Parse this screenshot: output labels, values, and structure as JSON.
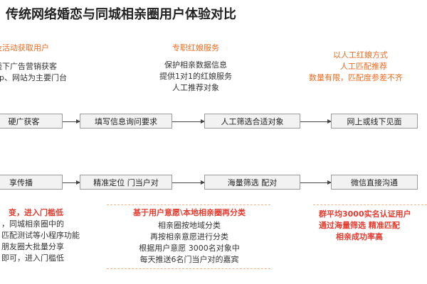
{
  "title": "传统网络婚恋与同城相亲圈用户体验对比",
  "top_info": [
    {
      "lines": [
        "及活动获取用户",
        "线下广告营销获客",
        "pp、网站为主要门台"
      ]
    },
    {
      "lines": [
        "专职红娘服务",
        "保护相亲数据信息",
        "提供1对1的红娘服务",
        "人工推荐对象"
      ]
    },
    {
      "lines": [
        "以人工红娘方式",
        "人工匹配推荐",
        "数量有限，匹配度参差不齐"
      ]
    }
  ],
  "flow_top": [
    "硬广获客",
    "填写信息询问要求",
    "人工筛选合适对象",
    "网上或线下见面"
  ],
  "flow_bottom": [
    "享传播",
    "精准定位 门当户对",
    "海量筛选 配对",
    "微信直接沟通"
  ],
  "bottom_info": [
    {
      "lines": [
        "变，进入门槛低",
        "，同城相亲圈中的",
        "匹配测试等小程序功能",
        "朋友圈大批量分享",
        "即可，进入门槛低"
      ]
    },
    {
      "lines": [
        "基于用户意愿\\本地相亲圈再分类",
        "相亲圈按地域分类",
        "再按相亲意愿进行分类",
        "根据用户意愿 3000名对象中",
        "每天推送6名门当户对的嘉宾"
      ]
    },
    {
      "lines": [
        "群平均3000实名认证用户",
        "通过海量筛选 精准匹配",
        "相亲成功率高"
      ]
    }
  ]
}
